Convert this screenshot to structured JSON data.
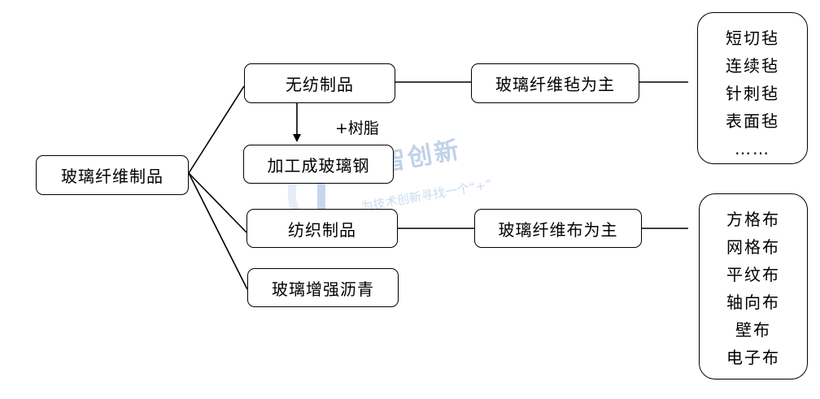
{
  "nodes": {
    "root": "玻璃纤维制品",
    "nonwoven": "无纺制品",
    "frp": "加工成玻璃钢",
    "woven": "纺织制品",
    "asphalt": "玻璃增强沥青",
    "felt_main": "玻璃纤维毡为主",
    "cloth_main": "玻璃纤维布为主"
  },
  "edge_label": "+树脂",
  "felt_list": [
    "短切毡",
    "连续毡",
    "针刺毡",
    "表面毡",
    "……"
  ],
  "cloth_list": [
    "方格布",
    "网格布",
    "平纹布",
    "轴向布",
    "壁布",
    "电子布"
  ],
  "watermark": {
    "title": "金智创新",
    "slogan": "为技术创新寻找一个“+”",
    "icon": "jinzhi-logo-icon",
    "color": "#4a7fc0"
  }
}
